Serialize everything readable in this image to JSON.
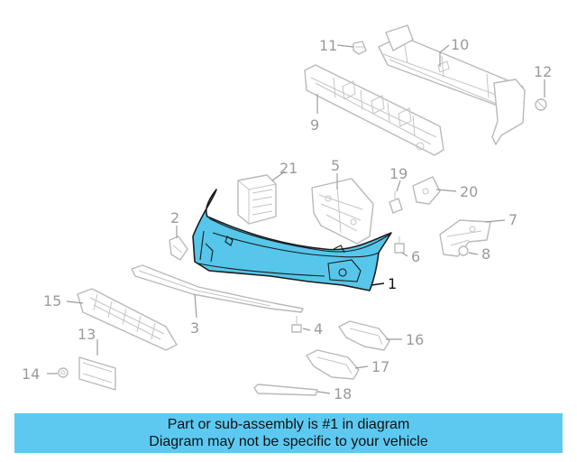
{
  "diagram": {
    "highlight_color": "#56c6ea",
    "callouts": {
      "c1": "1",
      "c2": "2",
      "c3": "3",
      "c4": "4",
      "c5": "5",
      "c6": "6",
      "c7": "7",
      "c8": "8",
      "c9": "9",
      "c10": "10",
      "c11": "11",
      "c12": "12",
      "c13": "13",
      "c14": "14",
      "c15": "15",
      "c16": "16",
      "c17": "17",
      "c18": "18",
      "c19": "19",
      "c20": "20",
      "c21": "21"
    }
  },
  "banner": {
    "color": "#5dc9f1",
    "line1": "Part or sub-assembly is #1 in diagram",
    "line2": "Diagram may not be specific to your vehicle"
  }
}
